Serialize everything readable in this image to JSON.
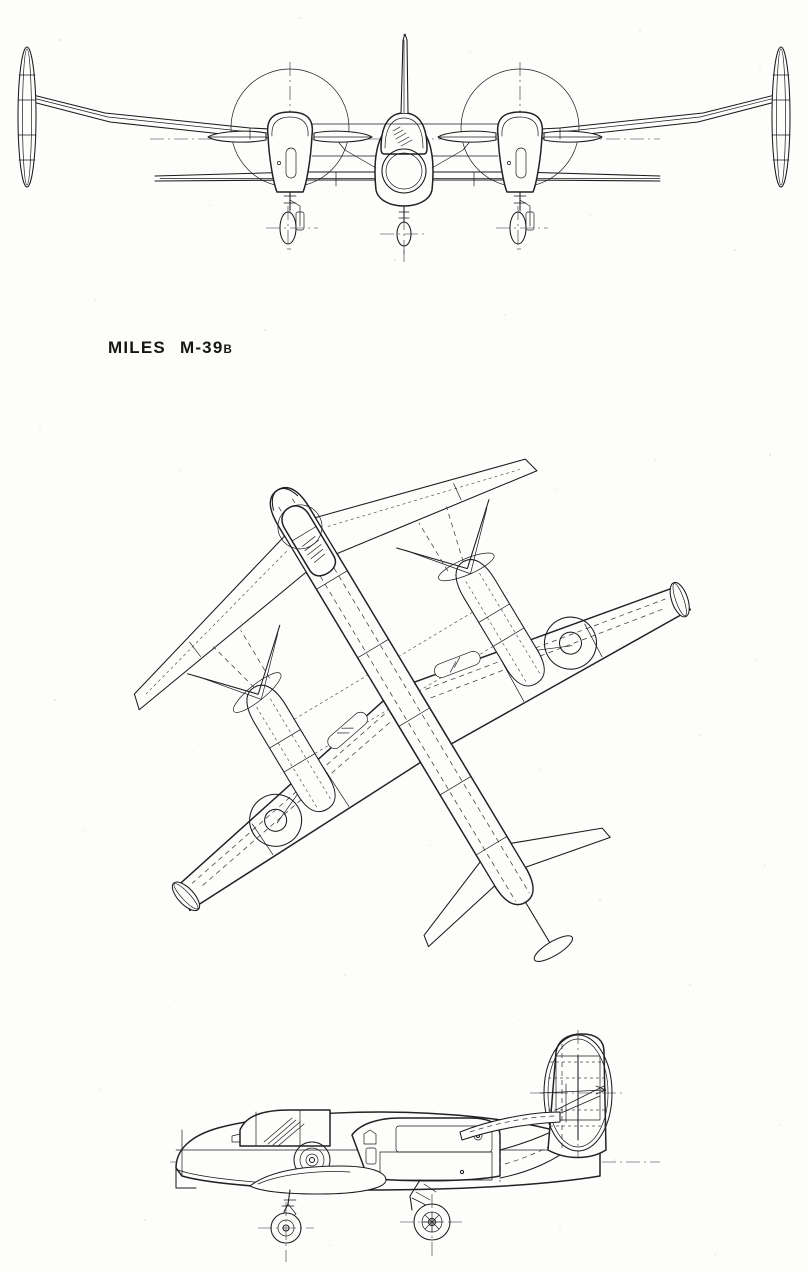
{
  "document": {
    "type": "technical-line-drawing",
    "subject": "aircraft general arrangement three-view",
    "caption": {
      "manufacturer": "MILES",
      "model": "M-39",
      "variant_suffix": "B",
      "full_text": "MILES M-39B"
    },
    "paper_color": "#fdfdfc",
    "ink_color": "#1b1b1b",
    "hidden_line_color": "#3a3a3a"
  },
  "views": [
    {
      "id": "front-elevation",
      "name": "front view",
      "position": "top",
      "features": [
        "twin engine nacelles with propeller discs",
        "central fuselage pod with bubble canopy",
        "circular nose intake",
        "full-span straight wing",
        "wingtip vertical endplate fins",
        "tricycle landing gear extended",
        "vertical fin above fuselage pod",
        "centre-line construction axes"
      ]
    },
    {
      "id": "plan-view",
      "name": "plan view",
      "position": "middle",
      "rotation_note": "drawn rotated on the sheet",
      "features": [
        "canard foreplane layout",
        "swept outer wing panels",
        "wingtip endplate fins",
        "two engine nacelles with propellers",
        "roundel markings on both wings",
        "glazed cockpit canopy with hatching",
        "dashed hidden structural lines",
        "control surface hinge lines"
      ],
      "markings": [
        {
          "type": "roundel",
          "location": "port wing upper surface"
        },
        {
          "type": "roundel",
          "location": "starboard wing upper surface"
        }
      ]
    },
    {
      "id": "side-elevation",
      "name": "side view",
      "position": "bottom",
      "features": [
        "slender nose with canopy",
        "fuselage roundel marking",
        "engine nacelle with propeller disc",
        "high tail fin",
        "nose wheel and main wheel with centre-lines",
        "wing in profile"
      ]
    }
  ]
}
